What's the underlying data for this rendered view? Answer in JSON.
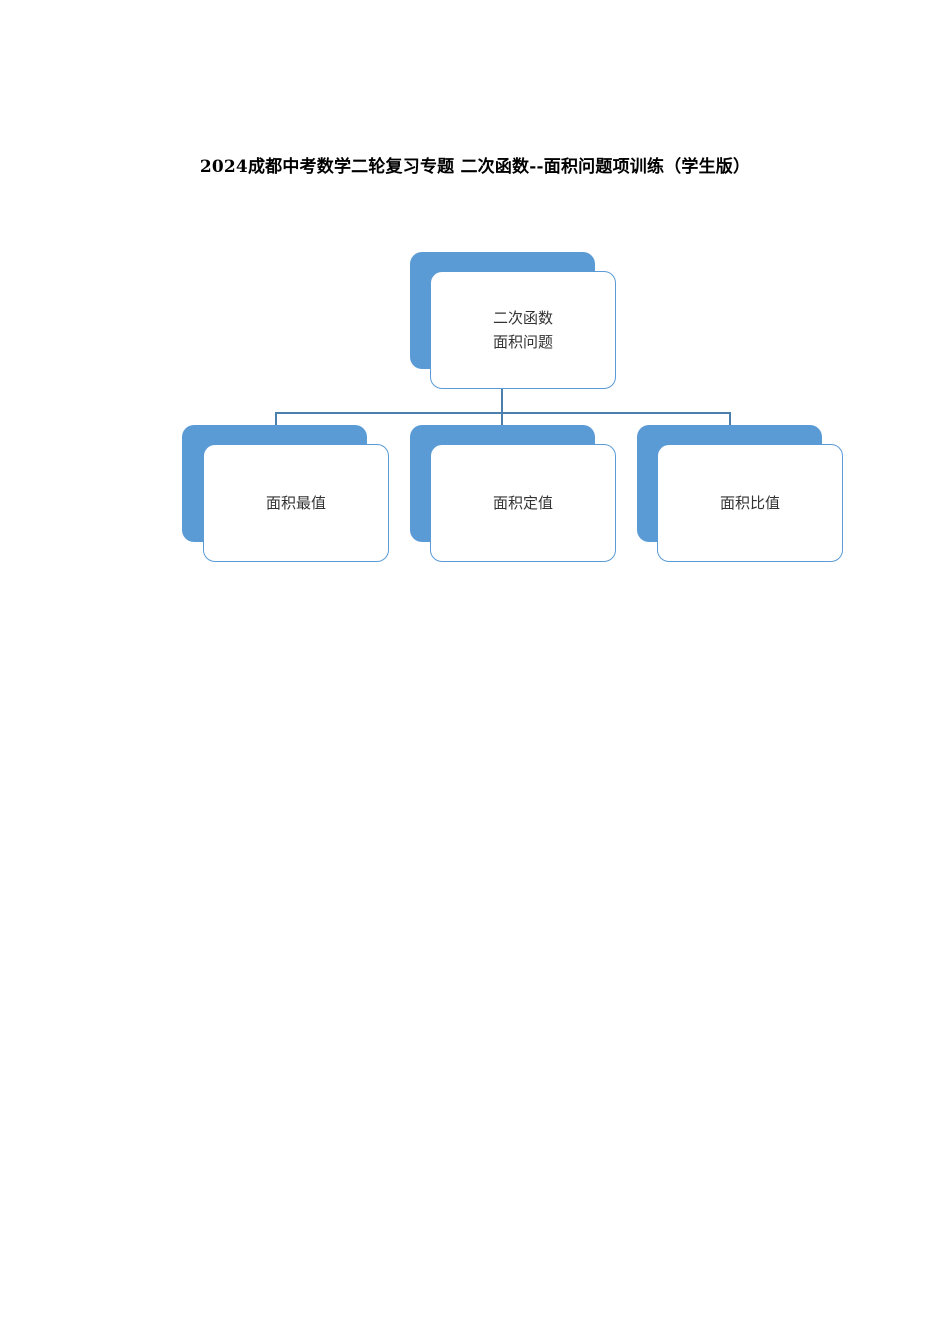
{
  "document": {
    "title": "2024成都中考数学二轮复习专题 二次函数--面积问题项训练（学生版）"
  },
  "diagram": {
    "type": "hierarchy",
    "accent_color": "#5b9bd5",
    "root": {
      "line1": "二次函数",
      "line2": "面积问题"
    },
    "children": [
      {
        "label": "面积最值"
      },
      {
        "label": "面积定值"
      },
      {
        "label": "面积比值"
      }
    ]
  }
}
